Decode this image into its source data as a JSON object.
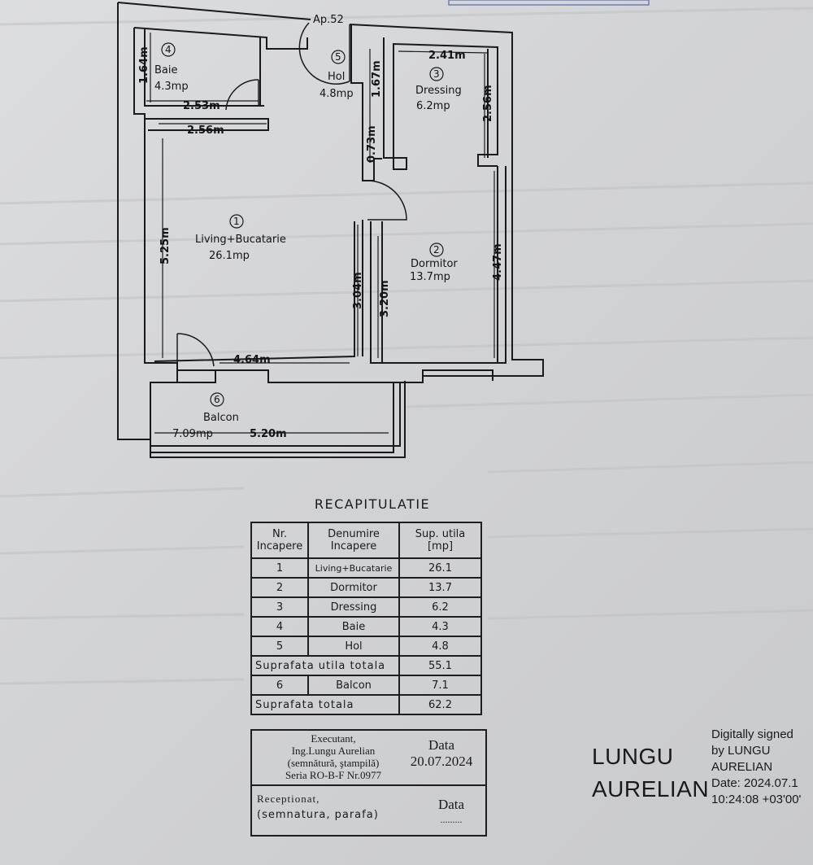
{
  "plan": {
    "apartment_label": "Ap.52",
    "rooms": [
      {
        "nr": "1",
        "name": "Living+Bucatarie",
        "area": "26.1mp"
      },
      {
        "nr": "2",
        "name": "Dormitor",
        "area": "13.7mp"
      },
      {
        "nr": "3",
        "name": "Dressing",
        "area": "6.2mp"
      },
      {
        "nr": "4",
        "name": "Baie",
        "area": "4.3mp"
      },
      {
        "nr": "5",
        "name": "Hol",
        "area": "4.8mp"
      },
      {
        "nr": "6",
        "name": "Balcon",
        "area": "7.09mp"
      }
    ],
    "dimensions": {
      "baie_height": "1.64m",
      "baie_width": "2.53m",
      "hol_height": "1.67m",
      "hol_gap": "0.73m",
      "dressing_width": "2.41m",
      "dressing_height": "2.56m",
      "living_top": "2.56m",
      "living_left": "5.25m",
      "living_inner": "3.04m",
      "living_bottom": "4.64m",
      "dormitor_left": "3.20m",
      "dormitor_right": "4.47m",
      "balcon_width": "5.20m"
    }
  },
  "recap": {
    "title": "RECAPITULATIE",
    "headers": {
      "nr_line1": "Nr.",
      "nr_line2": "Incapere",
      "name_line1": "Denumire",
      "name_line2": "Incapere",
      "area_line1": "Sup. utila",
      "area_line2": "[mp]"
    },
    "rows": [
      {
        "nr": "1",
        "name": "Living+Bucatarie",
        "area": "26.1"
      },
      {
        "nr": "2",
        "name": "Dormitor",
        "area": "13.7"
      },
      {
        "nr": "3",
        "name": "Dressing",
        "area": "6.2"
      },
      {
        "nr": "4",
        "name": "Baie",
        "area": "4.3"
      },
      {
        "nr": "5",
        "name": "Hol",
        "area": "4.8"
      }
    ],
    "subtotal_label": "Suprafata utila totala",
    "subtotal_value": "55.1",
    "balcony_row": {
      "nr": "6",
      "name": "Balcon",
      "area": "7.1"
    },
    "total_label": "Suprafata totala",
    "total_value": "62.2"
  },
  "signoff": {
    "executor_line1": "Executant,",
    "executor_line2": "Ing.Lungu Aurelian",
    "executor_line3": "(semnătură, ştampilă)",
    "executor_line4": "Seria RO-B-F Nr.0977",
    "date_label": "Data",
    "date_value": "20.07.2024",
    "receiver_line1": "Receptionat,",
    "receiver_line2": "(semnatura, parafa)",
    "receiver_date_label": "Data",
    "receiver_date_value": "........."
  },
  "digital_signature": {
    "name_line1": "LUNGU",
    "name_line2": "AURELIAN",
    "detail_line1": "Digitally signed",
    "detail_line2": "by LUNGU",
    "detail_line3": "AURELIAN",
    "detail_line4": "Date: 2024.07.1",
    "detail_line5": "10:24:08 +03'00'"
  },
  "colors": {
    "ink": "#1b1b1d",
    "paper": "#d6d7da",
    "watermark": "#c3c4c8"
  }
}
